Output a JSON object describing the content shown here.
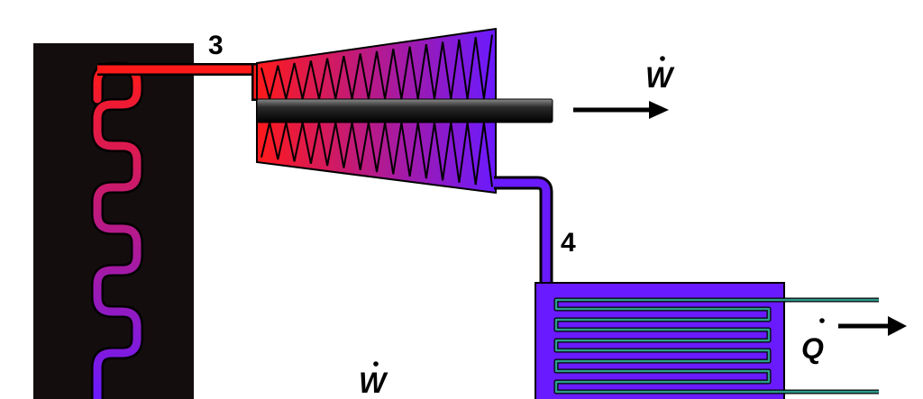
{
  "labels": {
    "state_3": "3",
    "state_4": "4",
    "turbine_work": "W",
    "pump_work": "W",
    "heat_out": "Q"
  },
  "colors": {
    "hot": "#ff1a1a",
    "cold": "#6a1aff",
    "condenser_fill": "#6a1aff",
    "boiler": "#140d0d",
    "coil": "#2e9b8e"
  }
}
